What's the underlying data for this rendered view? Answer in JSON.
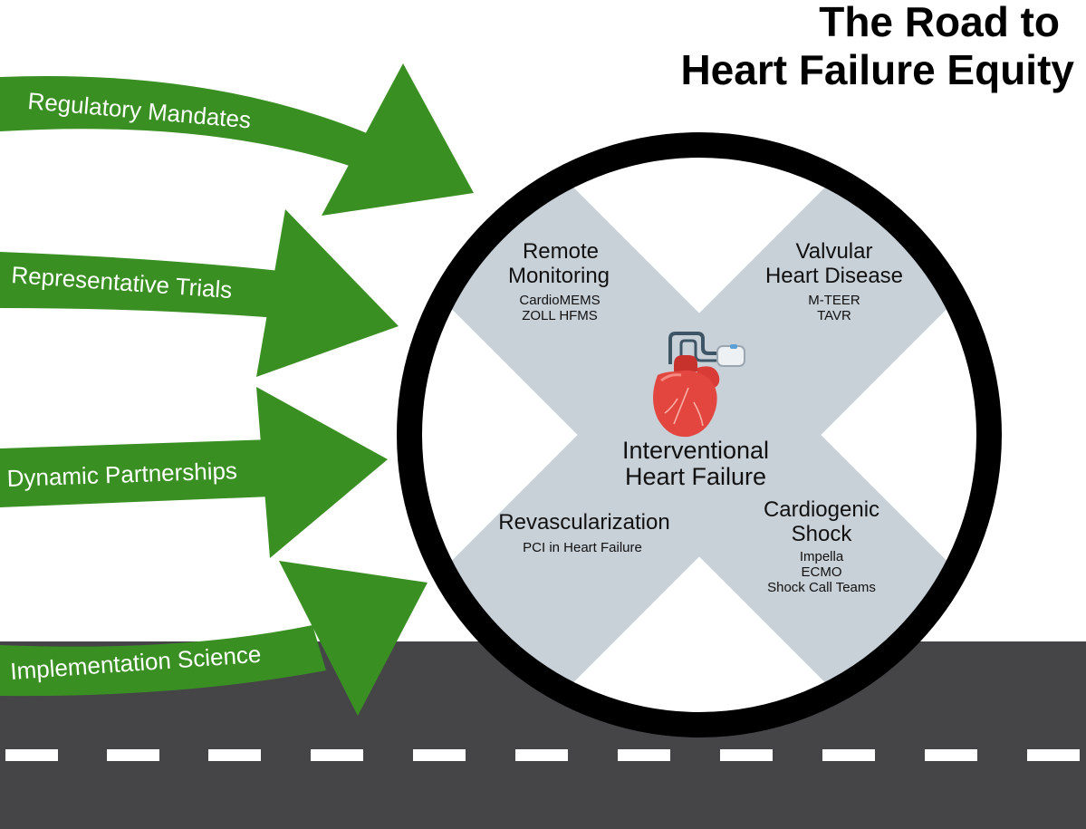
{
  "title": {
    "line1": "The Road to",
    "line2": "Heart Failure Equity"
  },
  "arrows": [
    {
      "label": "Regulatory Mandates"
    },
    {
      "label": "Representative Trials"
    },
    {
      "label": "Dynamic Partnerships"
    },
    {
      "label": "Implementation Science"
    }
  ],
  "wheel": {
    "center": {
      "line1": "Interventional",
      "line2": "Heart Failure",
      "icon": "heart-device-icon"
    },
    "quadrants": {
      "top_left": {
        "title": [
          "Remote",
          "Monitoring"
        ],
        "items": [
          "CardioMEMS",
          "ZOLL HFMS"
        ]
      },
      "top_right": {
        "title": [
          "Valvular",
          "Heart Disease"
        ],
        "items": [
          "M-TEER",
          "TAVR"
        ]
      },
      "bottom_left": {
        "title": [
          "Revascularization"
        ],
        "items": [
          "PCI in Heart Failure"
        ]
      },
      "bottom_right": {
        "title": [
          "Cardiogenic",
          "Shock"
        ],
        "items": [
          "Impella",
          "ECMO",
          "Shock Call Teams"
        ]
      }
    }
  },
  "colors": {
    "arrow_green": "#3a8f23",
    "road": "#454548",
    "road_marking": "#ffffff",
    "wheel_rim": "#000000",
    "cross": "#c8d0d8",
    "heart": "#e2463f"
  }
}
